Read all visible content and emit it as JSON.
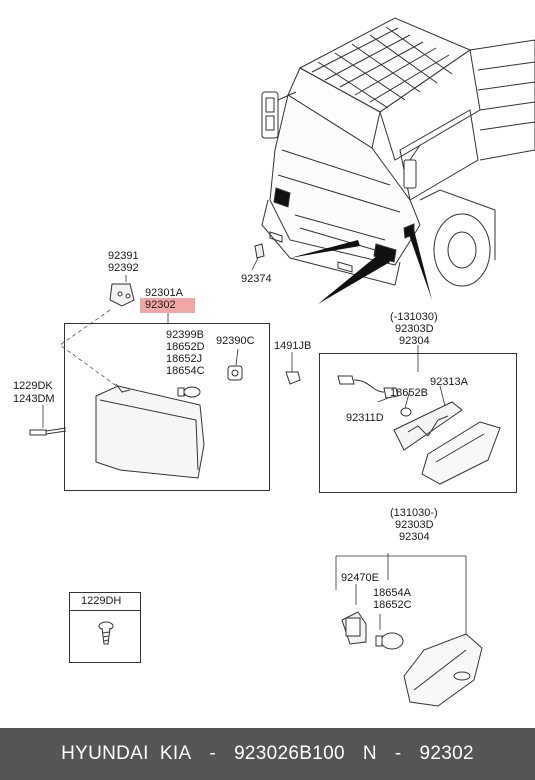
{
  "labels": {
    "p92391": "92391",
    "p92392": "92392",
    "p92374": "92374",
    "p92301A": "92301A",
    "p92302": "92302",
    "p92399B": "92399B",
    "p18652D": "18652D",
    "p18652J": "18652J",
    "p18654C": "18654C",
    "p92390C": "92390C",
    "p1491JB": "1491JB",
    "p1229DK": "1229DK",
    "p1243DM": "1243DM",
    "early_range": "(-131030)",
    "early_303D": "92303D",
    "early_304": "92304",
    "p92313A": "92313A",
    "p18652B": "18652B",
    "p92311D": "92311D",
    "late_range": "(131030-)",
    "late_303D": "92303D",
    "late_304": "92304",
    "p92470E": "92470E",
    "p18654A": "18654A",
    "p18652C": "18652C",
    "screw_part": "1229DH"
  },
  "footer": {
    "brand": "HYUNDAI  KIA",
    "dash1": "-",
    "part_number": "923026B100",
    "n_label": "N",
    "dash2": "-",
    "part_code": "92302"
  },
  "colors": {
    "highlight": "#f2a7a7",
    "footer_bg": "#555555"
  }
}
